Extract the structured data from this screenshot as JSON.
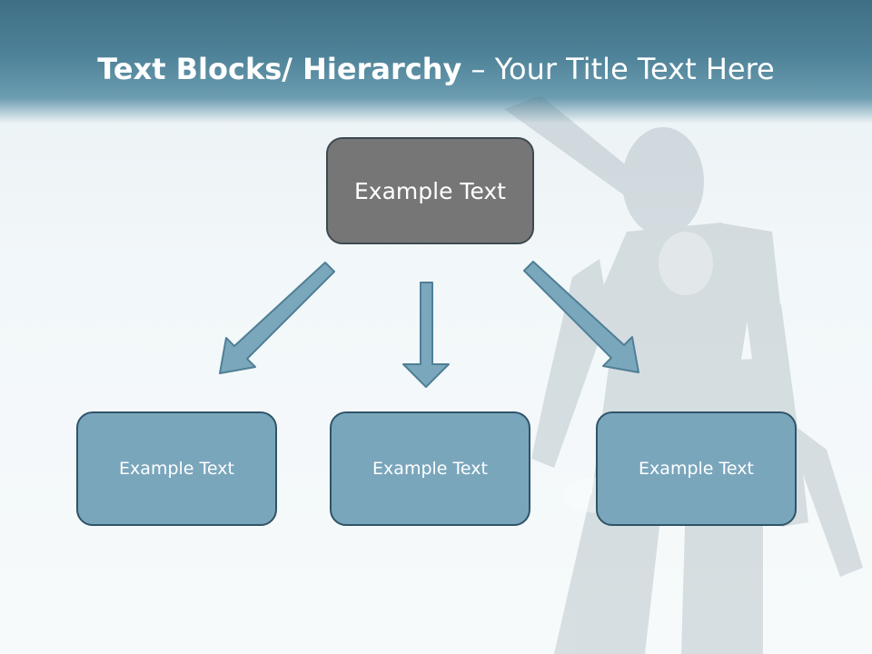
{
  "slide": {
    "title_bold": "Text Blocks/ Hierarchy",
    "title_rest": " – Your Title Text Here"
  },
  "diagram": {
    "top_node": "Example Text",
    "children": [
      "Example Text",
      "Example Text",
      "Example Text"
    ]
  },
  "colors": {
    "header": "#4e8298",
    "top_node_fill": "#767676",
    "child_node_fill": "#7aa6bc",
    "arrow_fill": "#7ba7bd",
    "arrow_stroke": "#4f7f95"
  },
  "icons": {
    "background_figure": "robot-figure-icon",
    "arrows": "down-arrow-icon"
  }
}
